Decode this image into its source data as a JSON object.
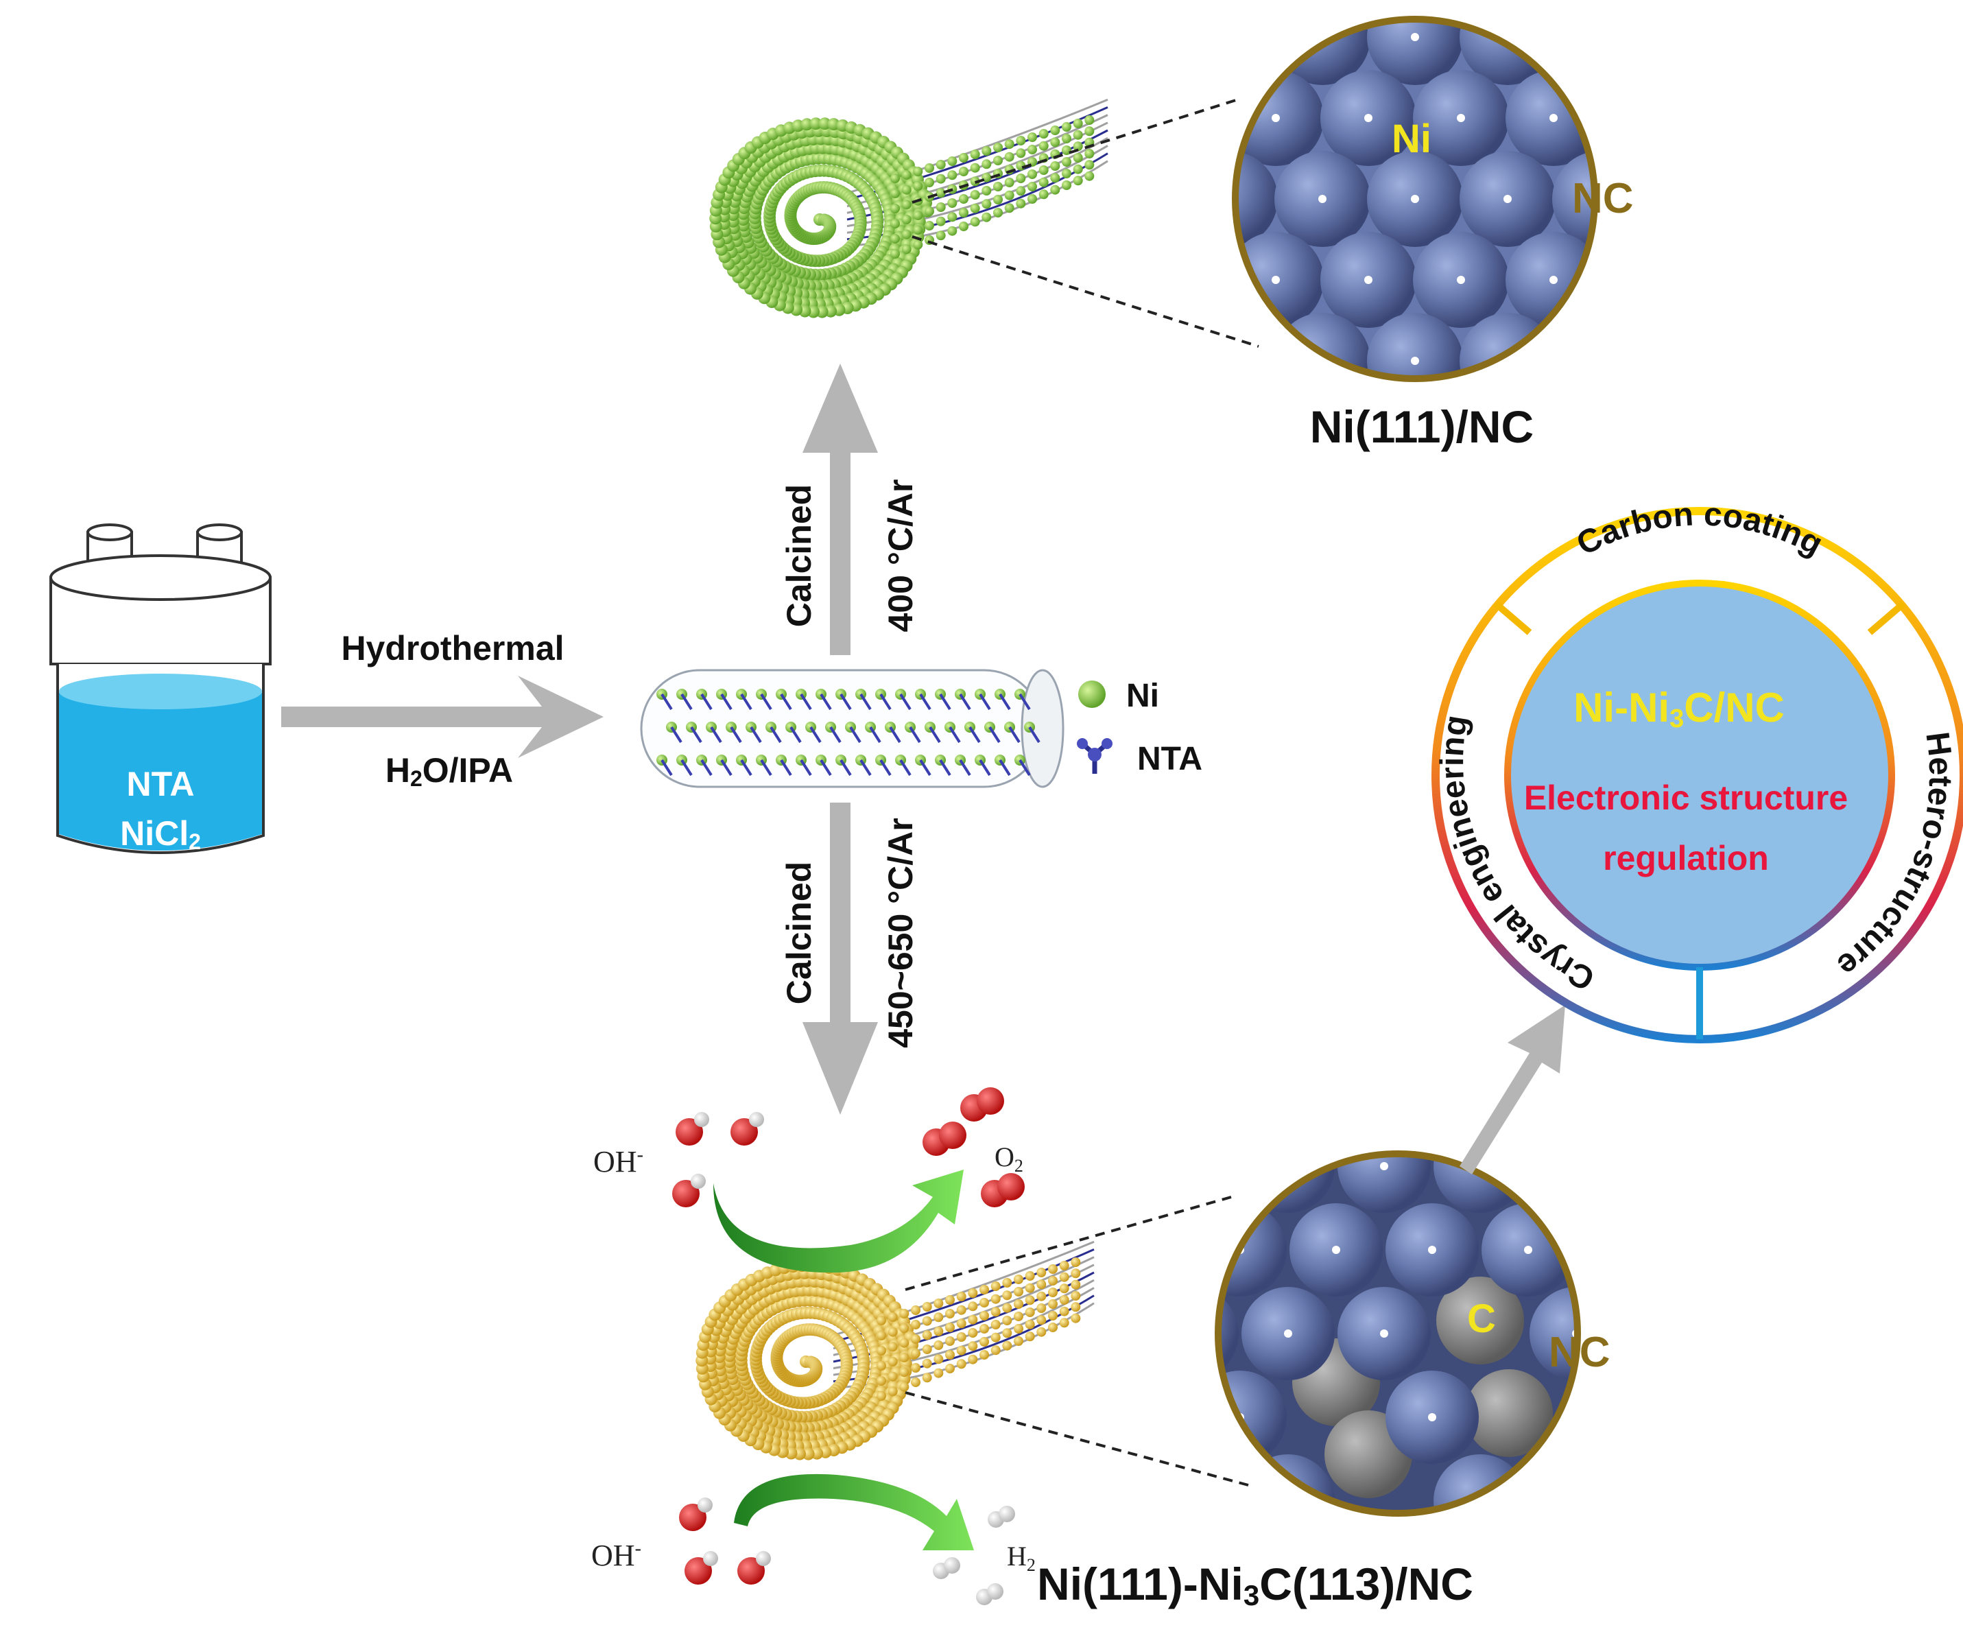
{
  "reactor": {
    "line1": "NTA",
    "line2_main": "NiCl",
    "line2_sub": "2"
  },
  "arrow_right": {
    "top": "Hydrothermal",
    "bottom_h": "H",
    "bottom_sub": "2",
    "bottom_rest": "O/IPA"
  },
  "arrow_up": {
    "left": "Calcined",
    "right": "400 °C/Ar"
  },
  "arrow_down": {
    "left": "Calcined",
    "right": "450~650 °C/Ar"
  },
  "legend": {
    "ni": "Ni",
    "nta": "NTA"
  },
  "top_product": {
    "atom_label": "Ni",
    "shell_label": "NC",
    "name": "Ni(111)/NC"
  },
  "bottom_product": {
    "atom_label": "C",
    "shell_label": "NC",
    "name_a": "Ni(111)-Ni",
    "name_sub": "3",
    "name_b": "C(113)/NC"
  },
  "reactions": {
    "oer_in": "OH",
    "oer_in_sup": "-",
    "oer_out": "O",
    "oer_out_sub": "2",
    "her_in": "OH",
    "her_in_sup": "-",
    "her_out": "H",
    "her_out_sub": "2"
  },
  "wheel": {
    "center_a": "Ni-Ni",
    "center_sub": "3",
    "center_b": "C/NC",
    "center_line2": "Electronic structure",
    "center_line3": "regulation",
    "seg_top": "Carbon coating",
    "seg_right": "Hetero-structure",
    "seg_left": "Crystal engineering"
  },
  "colors": {
    "wheel_center": "#8fbfe6",
    "highlight_yellow": "#f2e51f",
    "highlight_red": "#e8163c",
    "shell_gold": "#8a6d1a",
    "ni_atom": "#6678ad",
    "c_atom": "#8a8a8a",
    "arrow_gray": "#b5b5b5",
    "liquid": "#23b0e6"
  }
}
